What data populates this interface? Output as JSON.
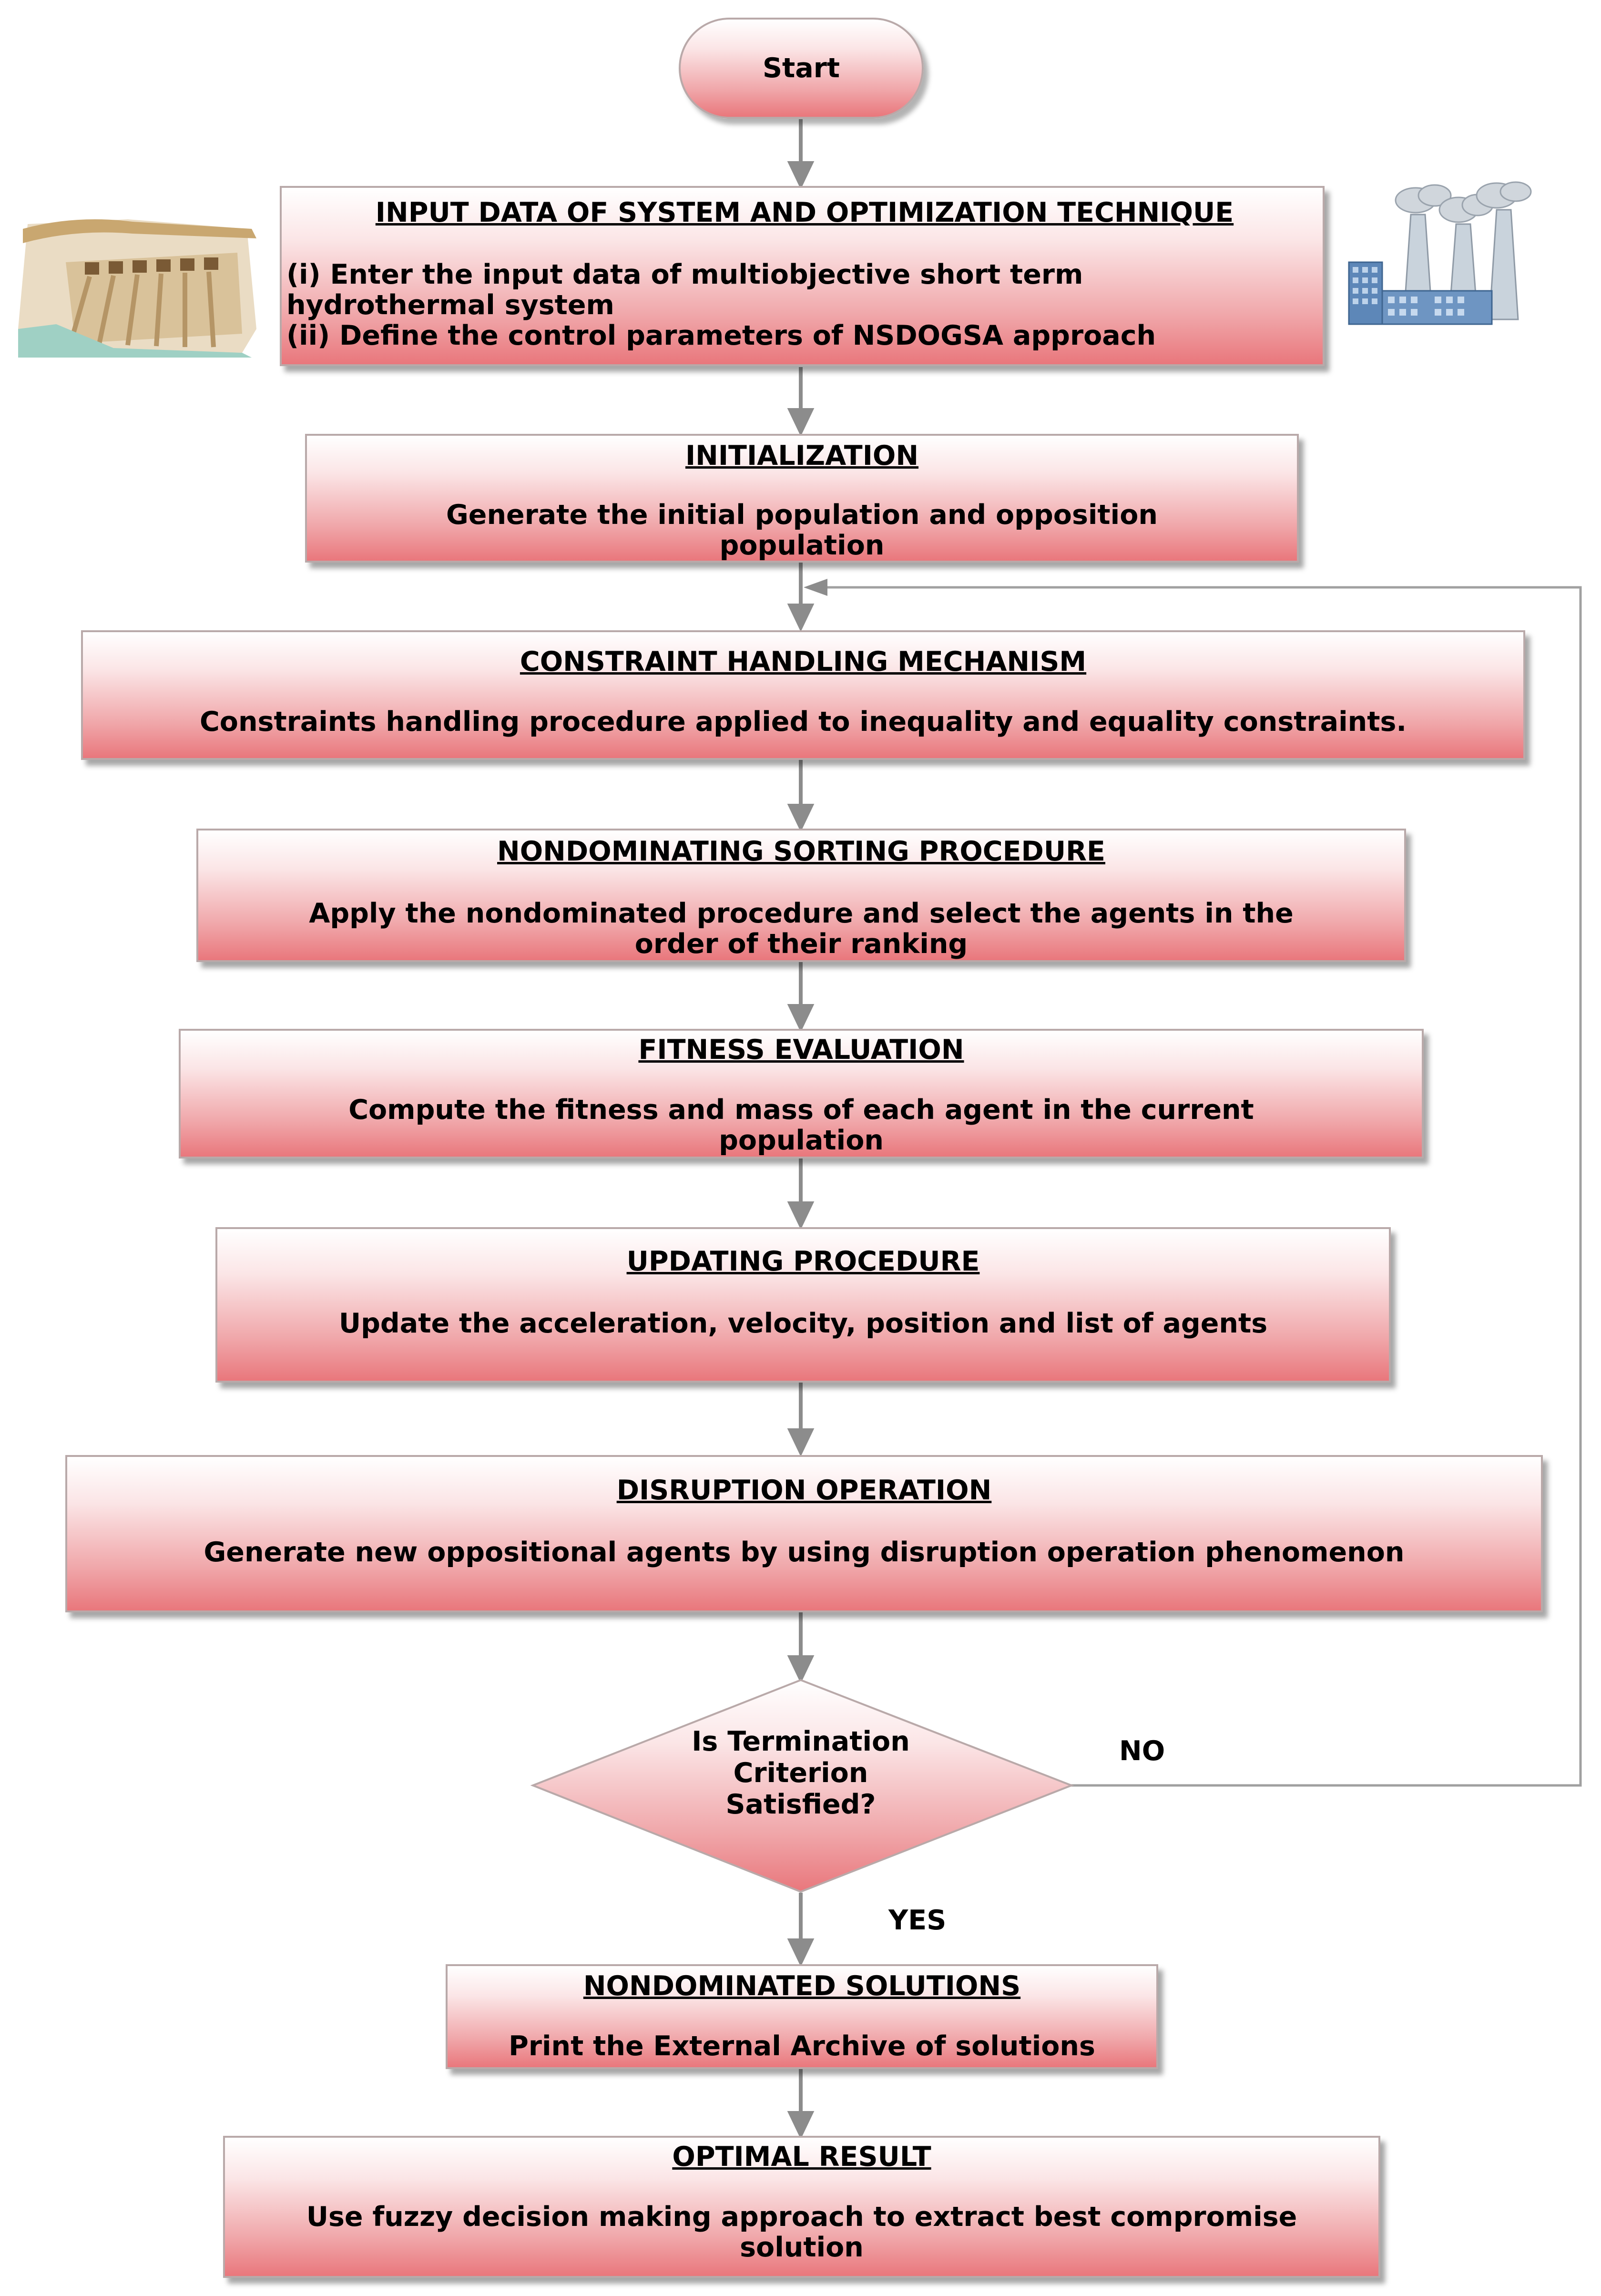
{
  "start": "Start",
  "steps": [
    {
      "title": "INPUT DATA OF SYSTEM AND OPTIMIZATION TECHNIQUE",
      "lines": [
        "(i) Enter the input data of multiobjective short term",
        "hydrothermal system",
        "(ii) Define the  control parameters of NSDOGSA approach"
      ]
    },
    {
      "title": "INITIALIZATION",
      "lines": [
        "Generate the initial population and opposition",
        "population"
      ]
    },
    {
      "title": "CONSTRAINT HANDLING MECHANISM",
      "lines": [
        "Constraints handling procedure applied to inequality and equality constraints."
      ]
    },
    {
      "title": "NONDOMINATING SORTING PROCEDURE",
      "lines": [
        "Apply the nondominated procedure and select the agents in the",
        "order of their ranking"
      ]
    },
    {
      "title": "FITNESS EVALUATION",
      "lines": [
        "Compute the fitness and mass of each agent in the current",
        "population"
      ]
    },
    {
      "title": "UPDATING PROCEDURE",
      "lines": [
        "Update the acceleration, velocity, position and list of agents"
      ]
    },
    {
      "title": "DISRUPTION OPERATION",
      "lines": [
        "Generate new oppositional agents by using disruption operation phenomenon"
      ]
    },
    {
      "title": "NONDOMINATED SOLUTIONS",
      "lines": [
        "Print the External Archive of solutions"
      ]
    },
    {
      "title": "OPTIMAL RESULT",
      "lines": [
        "Use fuzzy decision making approach to extract best compromise",
        "solution"
      ]
    }
  ],
  "decision": {
    "lines": [
      "Is Termination",
      "Criterion",
      "Satisfied?"
    ],
    "no_label": "NO",
    "yes_label": "YES"
  },
  "colors": {
    "box_top": "#ffffff",
    "box_bottom": "#e9777c",
    "arrow": "#8c8c8c",
    "border": "#b9a9a9"
  },
  "icons": {
    "left": "hydro-dam-icon",
    "right": "thermal-power-plant-icon"
  }
}
